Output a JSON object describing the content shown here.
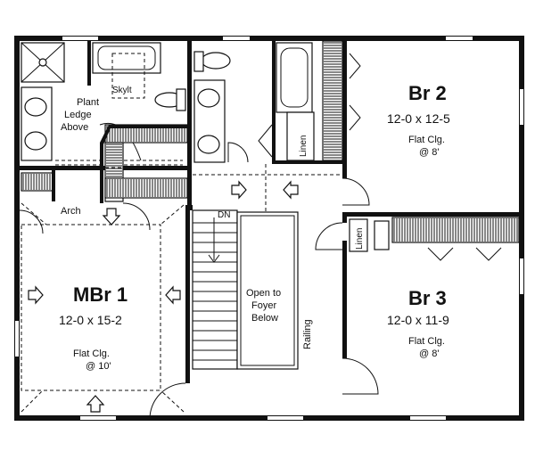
{
  "rooms": {
    "mbr1": {
      "name": "MBr 1",
      "size": "12-0 x 15-2",
      "ceiling_1": "Flat Clg.",
      "ceiling_2": "@ 10'"
    },
    "br2": {
      "name": "Br 2",
      "size": "12-0 x 12-5",
      "ceiling_1": "Flat Clg.",
      "ceiling_2": "@ 8'"
    },
    "br3": {
      "name": "Br 3",
      "size": "12-0 x 11-9",
      "ceiling_1": "Flat Clg.",
      "ceiling_2": "@ 8'"
    }
  },
  "labels": {
    "skylight": "Skylt",
    "plant_1": "Plant",
    "plant_2": "Ledge",
    "plant_3": "Above",
    "arch": "Arch",
    "linen_hall": "Linen",
    "linen_br3": "Linen",
    "stair_dn": "DN",
    "open_1": "Open to",
    "open_2": "Foyer",
    "open_3": "Below",
    "railing": "Railing"
  },
  "icons": [
    "walk-direction-arrow-icon"
  ],
  "colors": {
    "ink": "#111111",
    "paper": "#ffffff"
  }
}
